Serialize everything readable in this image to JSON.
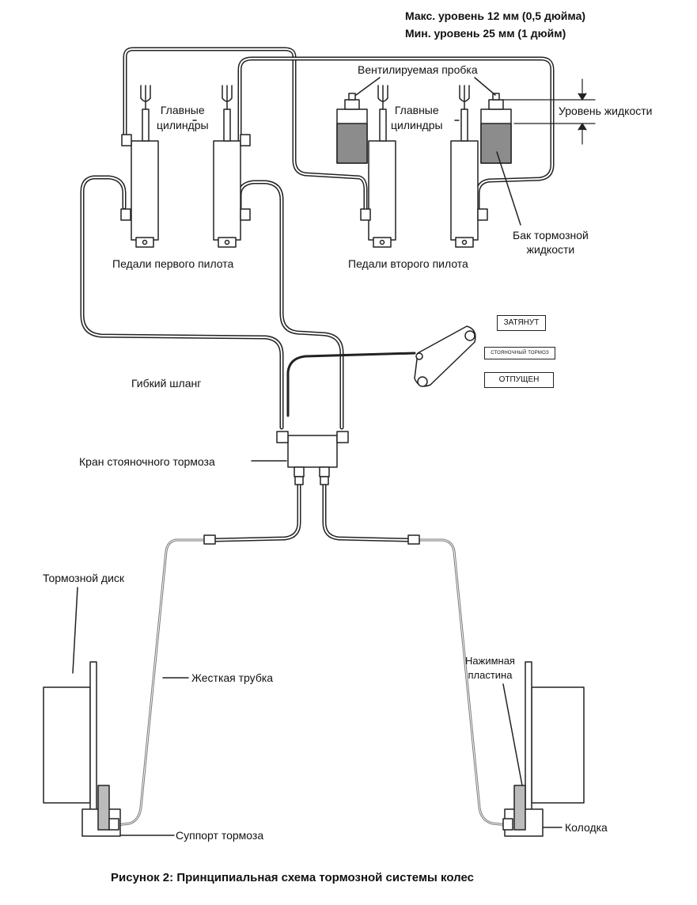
{
  "header": {
    "max_level": "Макс. уровень 12 мм (0,5 дюйма)",
    "min_level": "Мин. уровень 25 мм (1 дюйм)"
  },
  "labels": {
    "vented_cap": "Вентилируемая пробка",
    "fluid_level": "Уровень жидкости",
    "master_cyl_left": "Главные\nцилиндры",
    "master_cyl_right": "Главные\nцилиндры",
    "reservoir": "Бак тормозной\nжидкости",
    "pilot1_pedals": "Педали первого пилота",
    "pilot2_pedals": "Педали второго пилота",
    "flex_hose": "Гибкий шланг",
    "parking_valve": "Кран стояночного тормоза",
    "brake_disc": "Тормозной диск",
    "rigid_tube": "Жесткая трубка",
    "pressure_plate": "Нажимная\nпластина",
    "caliper": "Суппорт тормоза",
    "pad": "Колодка"
  },
  "parking_handle": {
    "engaged": "ЗАТЯНУТ",
    "name": "СТОЯНОЧНЫЙ ТОРМОЗ",
    "released": "ОТПУЩЕН"
  },
  "caption": "Рисунок 2: Принципиальная схема тормозной системы колес",
  "colors": {
    "line": "#222222",
    "fluid": "#8c8c8c",
    "tube_gray": "#aaaaaa"
  }
}
